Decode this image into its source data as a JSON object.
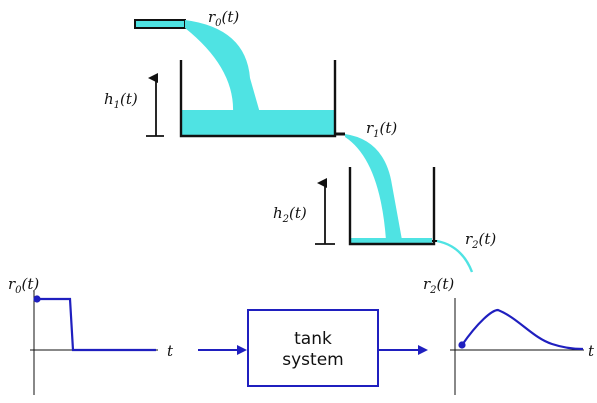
{
  "colors": {
    "water": "#4fe3e3",
    "signal": "#1f1fbf",
    "ink": "#111111"
  },
  "tank_labels": {
    "r0": "r",
    "r0_sub": "0",
    "r0_arg": "(t)",
    "r1": "r",
    "r1_sub": "1",
    "r1_arg": "(t)",
    "r2": "r",
    "r2_sub": "2",
    "r2_arg": "(t)",
    "h1": "h",
    "h1_sub": "1",
    "h1_arg": "(t)",
    "h2": "h",
    "h2_sub": "2",
    "h2_arg": "(t)"
  },
  "block": {
    "line1": "tank",
    "line2": "system"
  },
  "plots": {
    "input_label": "r",
    "input_sub": "0",
    "input_arg": "(t)",
    "input_axis": "t",
    "output_label": "r",
    "output_sub": "2",
    "output_arg": "(t)",
    "output_axis": "t"
  }
}
